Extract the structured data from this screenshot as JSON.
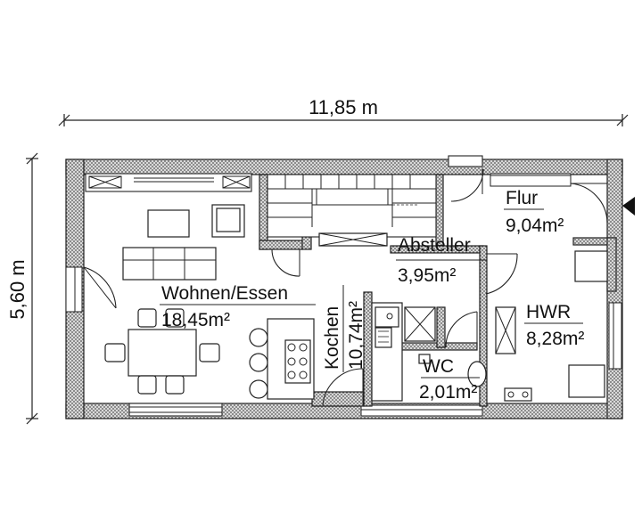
{
  "dimensions": {
    "width_label": "11,85 m",
    "depth_label": "5,60 m"
  },
  "rooms": [
    {
      "id": "wohnen",
      "name": "Wohnen/Essen",
      "area": "18,45m²"
    },
    {
      "id": "kochen",
      "name": "Kochen",
      "area": "10,74m²"
    },
    {
      "id": "absteller",
      "name": "Absteller",
      "area": "3,95m²"
    },
    {
      "id": "flur",
      "name": "Flur",
      "area": "9,04m²"
    },
    {
      "id": "hwr",
      "name": "HWR",
      "area": "8,28m²"
    },
    {
      "id": "wc",
      "name": "WC",
      "area": "2,01m²"
    }
  ],
  "entrance_marker": "triangle-arrow-icon"
}
